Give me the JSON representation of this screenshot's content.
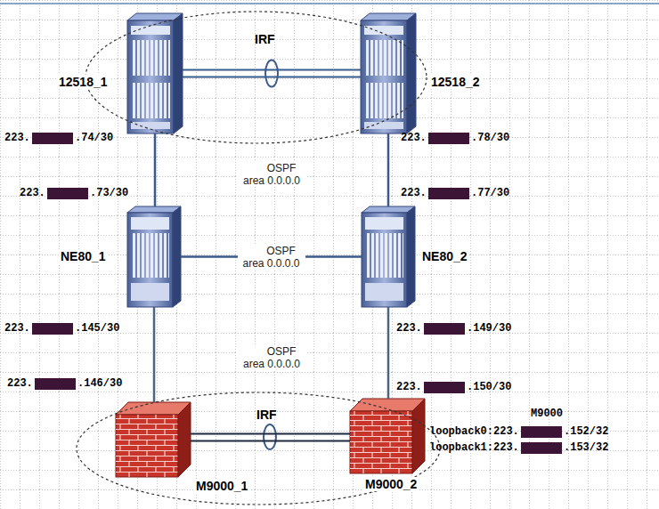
{
  "diagram": {
    "nodes": [
      {
        "text": [
          "IRF"
        ]
      },
      {
        "text": [
          "12518_1"
        ],
        "in": 0
      },
      {
        "text": [
          "12518_2"
        ],
        "in": 0
      },
      {
        "text": [
          "NE80_1"
        ]
      },
      {
        "text": [
          "NE80_2"
        ]
      },
      {
        "text": [
          "IRF"
        ]
      },
      {
        "text": [
          "M9000_1"
        ],
        "in": 5
      },
      {
        "text": [
          "M9000_2"
        ],
        "in": 5
      }
    ],
    "edges": [
      {
        "from": 1,
        "to": 2,
        "arrow": "none"
      },
      {
        "from": 1,
        "to": 3,
        "arrow": "none"
      },
      {
        "from": 2,
        "to": 4,
        "arrow": "none"
      },
      {
        "from": 3,
        "to": 4,
        "label": "OSPF area 0.0.0.0",
        "arrow": "none"
      },
      {
        "from": 3,
        "to": 6,
        "arrow": "none"
      },
      {
        "from": 4,
        "to": 7,
        "arrow": "none"
      },
      {
        "from": 6,
        "to": 7,
        "arrow": "none"
      }
    ],
    "labels": [
      "223.",
      ".74/30",
      "223.",
      ".78/30",
      "223.",
      ".73/30",
      "223.",
      ".77/30",
      "OSPF area 0.0.0.0",
      "223.",
      ".145/30",
      "223.",
      ".149/30",
      "OSPF area 0.0.0.0",
      "223.",
      ".146/30",
      "223.",
      ".150/30",
      "M9000",
      "loopback0:223.",
      ".152/32",
      "loopback1:223.",
      ".153/32"
    ]
  }
}
